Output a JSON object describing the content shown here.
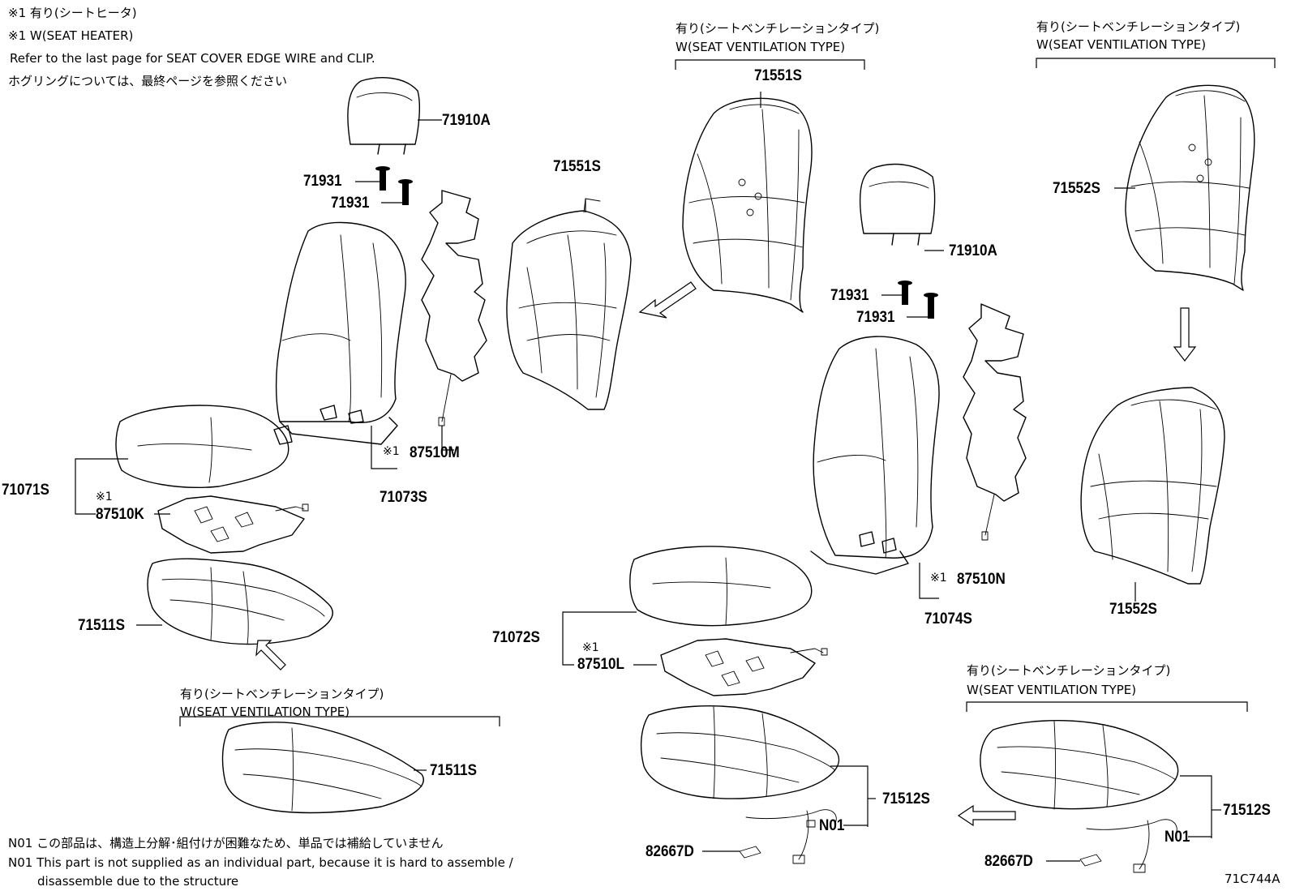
{
  "notes": {
    "heater_jp": "※1 有り(シートヒータ)",
    "heater_en": "※1 W(SEAT HEATER)",
    "refer": "Refer to the last page for SEAT COVER EDGE WIRE and CLIP.",
    "hog_ring_jp": "ホグリングについては、最終ページを参照ください",
    "n01_jp": "N01 この部品は、構造上分解･組付けが困難なため、単品では補給していません",
    "n01_en_1": "N01 This part is not supplied as an individual part, because it is hard to assemble /",
    "n01_en_2": "disassemble due to the structure",
    "figure_id": "71C744A"
  },
  "groups": {
    "vent_jp": "有り(シートベンチレーションタイプ)",
    "vent_en": "W(SEAT VENTILATION TYPE)"
  },
  "symbols": {
    "note1": "※1"
  },
  "parts": {
    "p71910A_l": "71910A",
    "p71931_l1": "71931",
    "p71931_l2": "71931",
    "p71551S_l": "71551S",
    "p87510M": "87510M",
    "p71073S": "71073S",
    "p71071S": "71071S",
    "p87510K": "87510K",
    "p71511S_l": "71511S",
    "p71511S_vent": "71511S",
    "p71551S_vent": "71551S",
    "p71910A_r": "71910A",
    "p71931_r1": "71931",
    "p71931_r2": "71931",
    "p87510N": "87510N",
    "p71074S": "71074S",
    "p71072S": "71072S",
    "p87510L": "87510L",
    "p71512S_l": "71512S",
    "n01_l": "N01",
    "p82667D_l": "82667D",
    "p71552S_top": "71552S",
    "p71552S_bot": "71552S",
    "p71512S_r": "71512S",
    "n01_r": "N01",
    "p82667D_r": "82667D"
  }
}
